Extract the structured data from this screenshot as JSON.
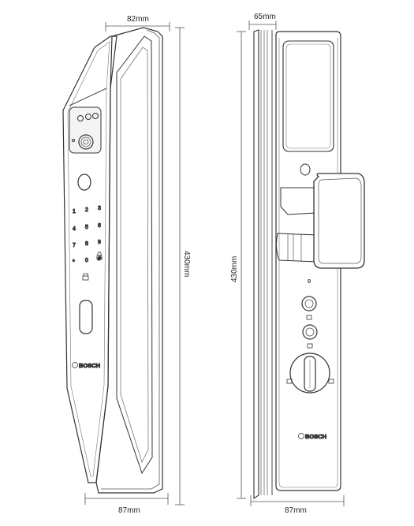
{
  "dimensions": {
    "front_top_width": "82mm",
    "front_height": "430mm",
    "front_bottom_width": "87mm",
    "side_top_width": "65mm",
    "side_height": "430mm",
    "side_bottom_width": "87mm"
  },
  "keypad": {
    "keys": [
      "1",
      "2",
      "3",
      "4",
      "5",
      "6",
      "7",
      "8",
      "9",
      "*",
      "0",
      "#"
    ]
  },
  "brand": {
    "front_label": "BOSCH",
    "side_label": "BOSCH"
  },
  "side_view": {
    "indicator_label": "0"
  }
}
